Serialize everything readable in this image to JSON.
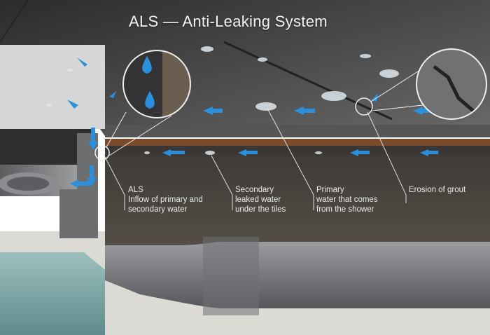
{
  "title": "ALS — Anti-Leaking System",
  "labels": {
    "als": [
      "ALS",
      "Inflow of primary and",
      "secondary water"
    ],
    "secondary": [
      "Secondary",
      "leaked water",
      "under the tiles"
    ],
    "primary": [
      "Primary",
      "water that comes",
      "from the shower"
    ],
    "grout": [
      "Erosion of grout"
    ]
  },
  "colors": {
    "arrow": "#2b8fdc",
    "tile": "#3f3f40",
    "soil": "#4a4641",
    "pipe": "#7d7f82",
    "water": "#7fa7a7",
    "concrete": "#dcdad5"
  }
}
